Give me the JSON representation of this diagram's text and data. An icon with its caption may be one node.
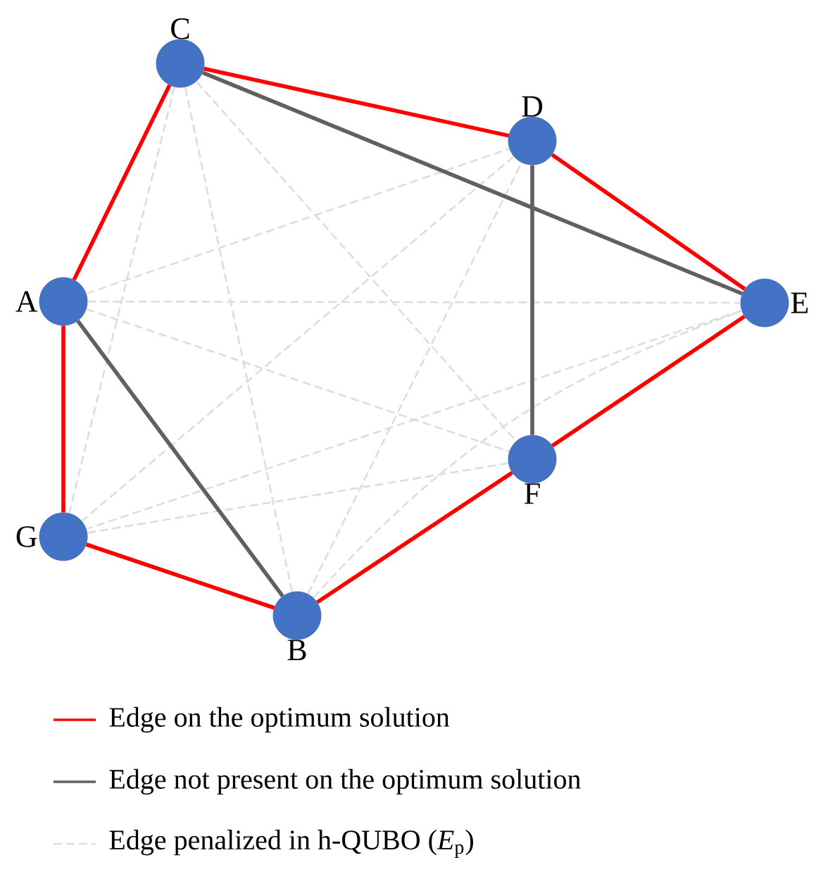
{
  "diagram": {
    "nodes": [
      {
        "text": [],
        "shape": "circle",
        "beside": [
          "C"
        ]
      },
      {
        "text": [],
        "shape": "circle",
        "beside": [
          "D"
        ]
      },
      {
        "text": [],
        "shape": "circle",
        "beside": [
          "A"
        ]
      },
      {
        "text": [],
        "shape": "circle",
        "beside": [
          "E"
        ]
      },
      {
        "text": [],
        "shape": "circle",
        "beside": [
          "F"
        ]
      },
      {
        "text": [],
        "shape": "circle",
        "beside": [
          "G"
        ]
      },
      {
        "text": [],
        "shape": "circle",
        "beside": [
          "B"
        ]
      }
    ],
    "edges": [
      {
        "from": 2,
        "to": 1,
        "arrow": "none",
        "style": "dashed",
        "color": "#dddddd"
      },
      {
        "from": 2,
        "to": 3,
        "arrow": "none",
        "style": "dashed",
        "color": "#dddddd"
      },
      {
        "from": 2,
        "to": 4,
        "arrow": "none",
        "style": "dashed",
        "color": "#dddddd"
      },
      {
        "from": 6,
        "to": 0,
        "arrow": "none",
        "style": "dashed",
        "color": "#dddddd"
      },
      {
        "from": 6,
        "to": 1,
        "arrow": "none",
        "style": "dashed",
        "color": "#dddddd"
      },
      {
        "from": 6,
        "to": 3,
        "arrow": "none",
        "style": "dashed",
        "color": "#dddddd"
      },
      {
        "from": 0,
        "to": 4,
        "arrow": "none",
        "style": "dashed",
        "color": "#dddddd"
      },
      {
        "from": 0,
        "to": 5,
        "arrow": "none",
        "style": "dashed",
        "color": "#dddddd"
      },
      {
        "from": 1,
        "to": 5,
        "arrow": "none",
        "style": "dashed",
        "color": "#dddddd"
      },
      {
        "from": 3,
        "to": 5,
        "arrow": "none",
        "style": "dashed",
        "color": "#dddddd"
      },
      {
        "from": 4,
        "to": 5,
        "arrow": "none",
        "style": "dashed",
        "color": "#dddddd"
      },
      {
        "from": 0,
        "to": 3,
        "arrow": "none",
        "color": "#606060"
      },
      {
        "from": 1,
        "to": 4,
        "arrow": "none",
        "color": "#606060"
      },
      {
        "from": 2,
        "to": 6,
        "arrow": "none",
        "color": "#606060"
      },
      {
        "from": 0,
        "to": 1,
        "arrow": "none",
        "color": "#ff0000"
      },
      {
        "from": 1,
        "to": 3,
        "arrow": "none",
        "color": "#ff0000"
      },
      {
        "from": 3,
        "to": 4,
        "arrow": "none",
        "color": "#ff0000"
      },
      {
        "from": 4,
        "to": 6,
        "arrow": "none",
        "color": "#ff0000"
      },
      {
        "from": 6,
        "to": 5,
        "arrow": "none",
        "color": "#ff0000"
      },
      {
        "from": 5,
        "to": 2,
        "arrow": "none",
        "color": "#ff0000"
      },
      {
        "from": 2,
        "to": 0,
        "arrow": "none",
        "color": "#ff0000"
      }
    ],
    "legend": [
      {
        "text": "Edge on the optimum solution"
      },
      {
        "text": "Edge not present on the optimum solution"
      },
      {
        "text": "Edge penalized in h-QUBO (*E*$_{p}$)"
      }
    ]
  }
}
